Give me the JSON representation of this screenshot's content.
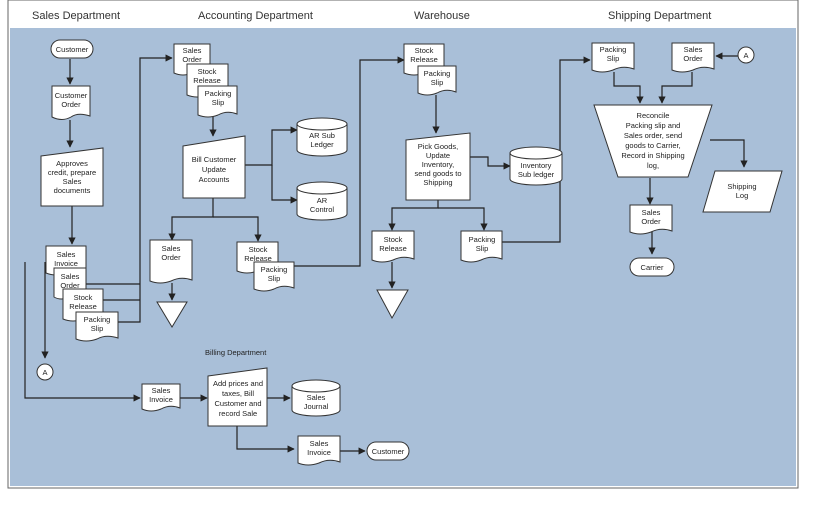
{
  "headers": {
    "sales": "Sales Department",
    "accounting": "Accounting Department",
    "warehouse": "Warehouse",
    "shipping": "Shipping Department",
    "billing": "Billing Department"
  },
  "sales": {
    "customer": "Customer",
    "customer_order": [
      "Customer",
      "Order"
    ],
    "approves": [
      "Approves",
      "credit, prepare",
      "Sales",
      "documents"
    ],
    "docs": {
      "sales_invoice": [
        "Sales",
        "Invoice"
      ],
      "sales_order": [
        "Sales",
        "Order"
      ],
      "stock_release": [
        "Stock",
        "Release"
      ],
      "packing_slip": [
        "Packing",
        "Slip"
      ]
    },
    "connector": "A"
  },
  "accounting": {
    "docs": {
      "sales_order": [
        "Sales",
        "Order"
      ],
      "stock_release": [
        "Stock",
        "Release"
      ],
      "packing_slip": [
        "Packing",
        "Slip"
      ]
    },
    "bill_customer": [
      "Bill Customer",
      "Update",
      "Accounts"
    ],
    "ar_sub": [
      "AR Sub",
      "Ledger"
    ],
    "ar_control": [
      "AR",
      "Control"
    ],
    "out_sales_order": [
      "Sales",
      "Order"
    ],
    "out_stock_release": [
      "Stock",
      "Release"
    ],
    "out_packing_slip": [
      "Packing",
      "Slip"
    ]
  },
  "warehouse": {
    "stock_release": [
      "Stock",
      "Release"
    ],
    "packing_slip": [
      "Packing",
      "Slip"
    ],
    "pick_goods": [
      "Pick Goods,",
      "Update",
      "Inventory,",
      "send goods to",
      "Shipping"
    ],
    "inventory": [
      "Inventory",
      "Sub ledger"
    ],
    "out_stock_release": [
      "Stock",
      "Release"
    ],
    "out_packing_slip": [
      "Packing",
      "Slip"
    ]
  },
  "shipping": {
    "packing_slip": [
      "Packing",
      "Slip"
    ],
    "sales_order": [
      "Sales",
      "Order"
    ],
    "connector": "A",
    "reconcile": [
      "Reconcile",
      "Packing slip and",
      "Sales order, send",
      "goods to Carrier,",
      "Record in Shipping",
      "log,"
    ],
    "shipping_log": [
      "Shipping",
      "Log"
    ],
    "out_sales_order": [
      "Sales",
      "Order"
    ],
    "carrier": "Carrier"
  },
  "billing": {
    "sales_invoice": [
      "Sales",
      "Invoice"
    ],
    "add_prices": [
      "Add prices and",
      "taxes, Bill",
      "Customer and",
      "record Sale"
    ],
    "sales_journal": [
      "Sales",
      "Journal"
    ],
    "out_sales_invoice": [
      "Sales",
      "Invoice"
    ],
    "customer": "Customer"
  },
  "colors": {
    "panel": "#a9bfd8",
    "shape": "#ffffff",
    "line": "#222222"
  }
}
